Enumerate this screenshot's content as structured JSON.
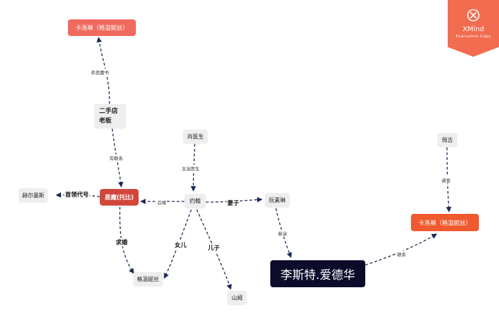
{
  "nodes": {
    "carolyn_top": "卡洛琳（格温妮丝）",
    "shop_owner": "二手店\n老板",
    "dr_xiao": "肖医生",
    "peiji": "佩吉",
    "hermes": "赫尔墨斯",
    "demon": "恶魔(托比)",
    "john": "约翰",
    "ruan_sulin": "阮素琳",
    "carolyn_right": "卡洛琳（格温妮丝）",
    "gwyneth": "格温妮丝",
    "lester": "李斯特.爱德华",
    "shanmu": "山姆"
  },
  "edges": {
    "sell_book": "卖恶魔书",
    "related": "有联系",
    "attending_doctor": "主治医生",
    "investigate": "调查",
    "chief_agent": "首领代号",
    "summon": "召唤",
    "wife": "妻子",
    "propose": "求婚",
    "daughter": "女儿",
    "son": "儿子",
    "participate": "参演",
    "contact": "联系"
  },
  "watermark": {
    "brand": "XMind",
    "subtitle": "Evaluation Copy",
    "icon": "xmind-logo-icon",
    "color": "#f26c4f"
  },
  "colors": {
    "red_node": "#f06a5e",
    "orange_node": "#f05a2e",
    "dark_red_node": "#d2473c",
    "navy_node": "#0c0b2a",
    "plain_node": "#eeeeee",
    "edge": "#1a2a55"
  }
}
